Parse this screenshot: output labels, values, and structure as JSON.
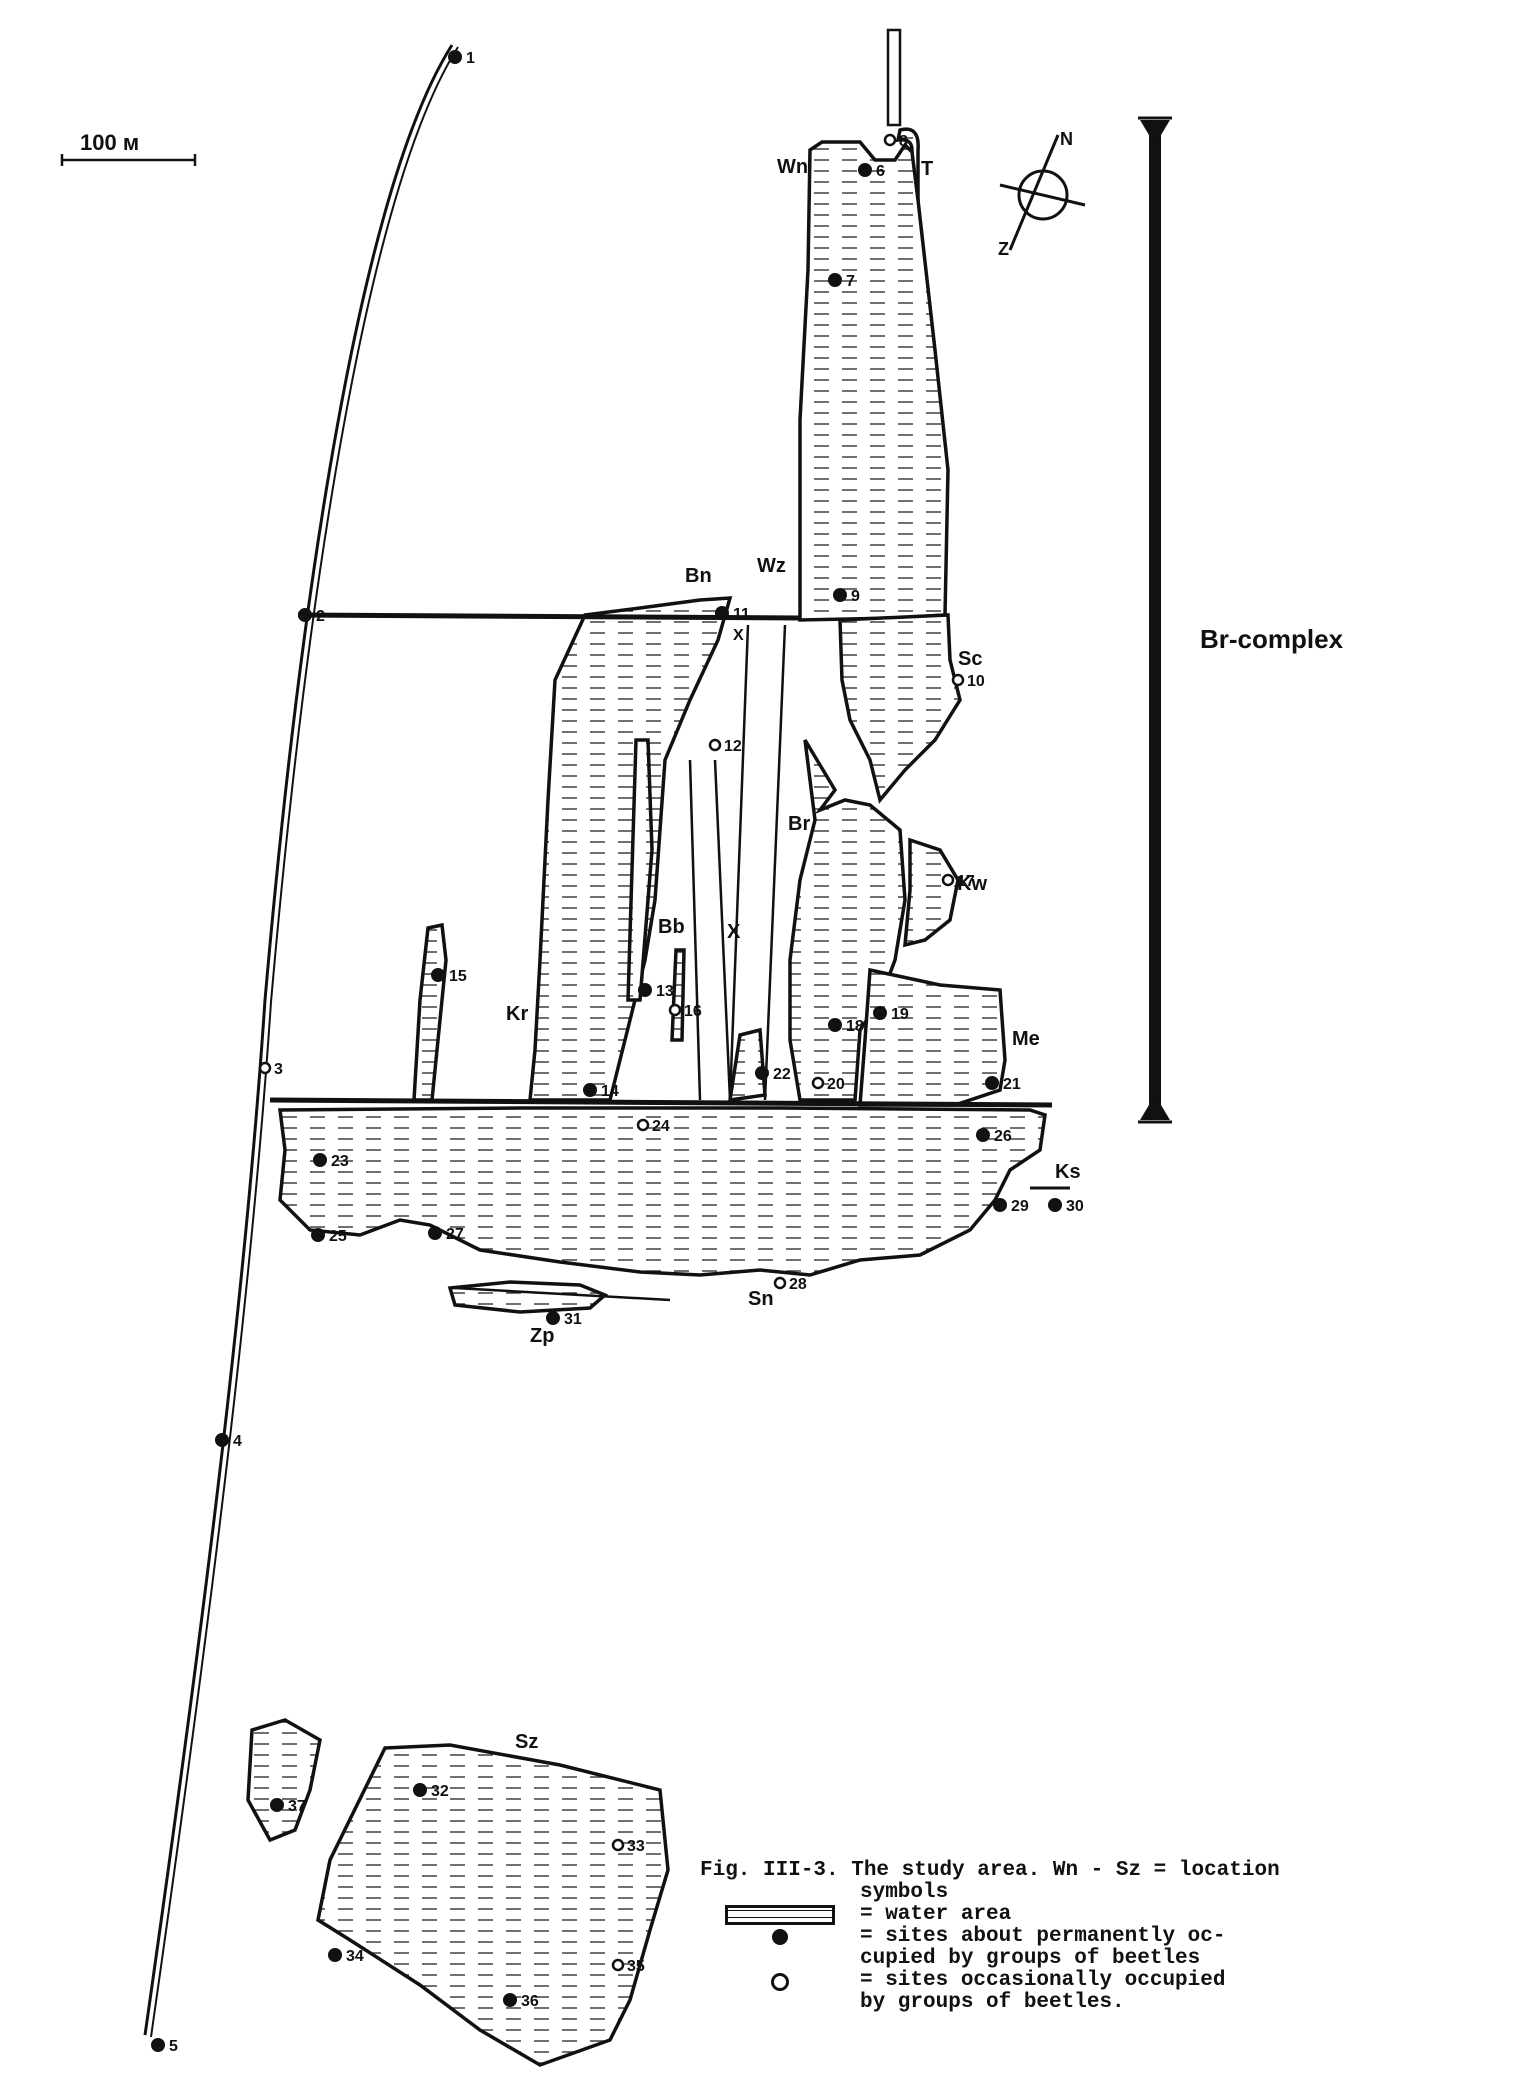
{
  "scale_bar": {
    "label": "100 м"
  },
  "compass": {
    "north": "N",
    "south": "Z"
  },
  "complex_label": "Br-complex",
  "location_labels": [
    "Wn",
    "T",
    "Wz",
    "Bn",
    "Sc",
    "Br",
    "Kw",
    "Bb",
    "Kr",
    "Me",
    "Ks",
    "Sn",
    "Zp",
    "Sz"
  ],
  "sites_permanent": [
    "1",
    "2",
    "4",
    "5",
    "6",
    "7",
    "9",
    "11",
    "13",
    "14",
    "15",
    "18",
    "19",
    "21",
    "22",
    "23",
    "25",
    "26",
    "27",
    "29",
    "30",
    "31",
    "32",
    "34",
    "36",
    "37"
  ],
  "sites_occasional": [
    "3",
    "8",
    "10",
    "12",
    "16",
    "17",
    "20",
    "24",
    "28",
    "33",
    "35"
  ],
  "caption": {
    "line1": "Fig. III-3. The study area. Wn - Sz = location",
    "line2": "symbols",
    "water": "= water area",
    "permanent_1": "= sites about permanently oc-",
    "permanent_2": "cupied by groups of beetles",
    "occasional_1": "= sites occasionally occupied",
    "occasional_2": "by groups of beetles."
  }
}
